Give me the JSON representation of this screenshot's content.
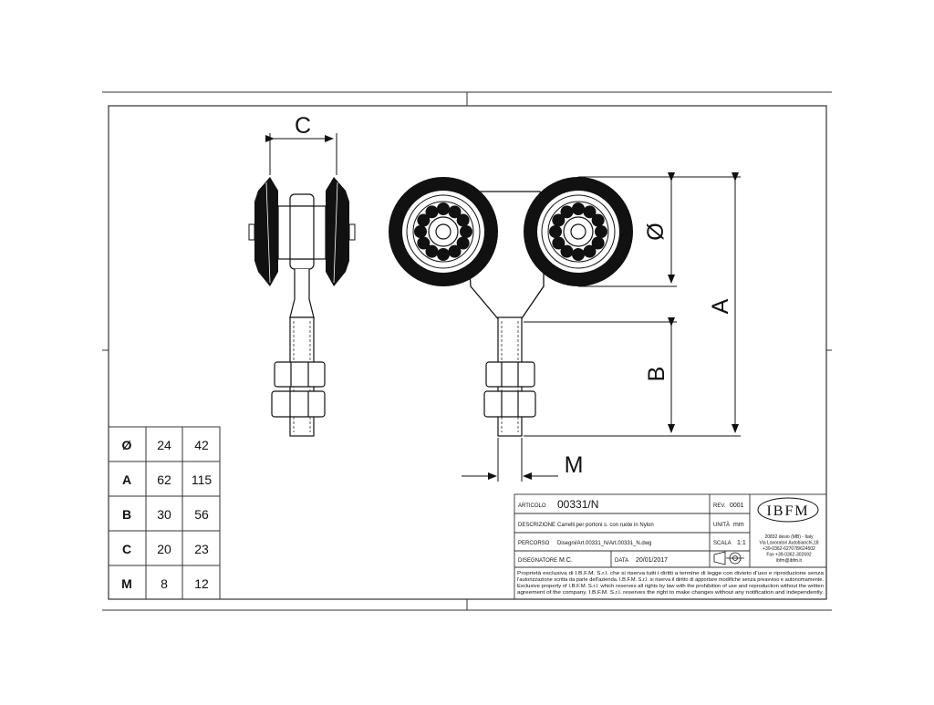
{
  "dimensions": {
    "labels": {
      "c": "C",
      "diameter": "Ø",
      "a": "A",
      "b": "B",
      "m": "M"
    }
  },
  "size_table": {
    "rows": [
      {
        "key": "Ø",
        "values": [
          "24",
          "42"
        ]
      },
      {
        "key": "A",
        "values": [
          "62",
          "115"
        ]
      },
      {
        "key": "B",
        "values": [
          "30",
          "56"
        ]
      },
      {
        "key": "C",
        "values": [
          "20",
          "23"
        ]
      },
      {
        "key": "M",
        "values": [
          "8",
          "12"
        ]
      }
    ]
  },
  "title_block": {
    "articolo_label": "ARTICOLO",
    "articolo_value": "00331/N",
    "rev_label": "REV.",
    "rev_value": "0001",
    "descrizione_label": "DESCRIZIONE",
    "descrizione_value": "Carrelli per portoni s. con ruote in Nylon",
    "unita_label": "UNITÀ",
    "unita_value": "mm",
    "percorso_label": "PERCORSO",
    "percorso_value": "Disegni/Art.00331_N/Art.00331_N.dwg",
    "scala_label": "SCALA",
    "scala_value": "1:1",
    "disegnatore_label": "DISEGNATORE",
    "disegnatore_value": "M.C.",
    "data_label": "DATA",
    "data_value": "20/01/2017",
    "logo_text": "IBFM",
    "address_lines": [
      "20832 desio (MB) - Italy",
      "Via Lavoratori Autobianchi,18",
      "+39-0362-627078/624502",
      "Fax +39-0362-302692",
      "ibfm@ibfm.it"
    ],
    "notice_lines": [
      "Proprietà esclusiva di I.B.F.M. S.r.l. che si riserva tutti i diritti a termine di legge con divieto d'uso e riproduzione senza",
      "l'autorizzazione scritta da parte dell'azienda. I.B.F.M. S.r.l. si riserva il diritto di apportare modifiche senza preavviso e autonomamente.",
      "Exclusive property of I.B.F.M. S.r.l. which reserves all rights by law with the prohibition of use and reproduction without the written",
      "agreement of the company. I.B.F.M. S.r.l. reserves the right to make changes without any notification and independently."
    ]
  }
}
